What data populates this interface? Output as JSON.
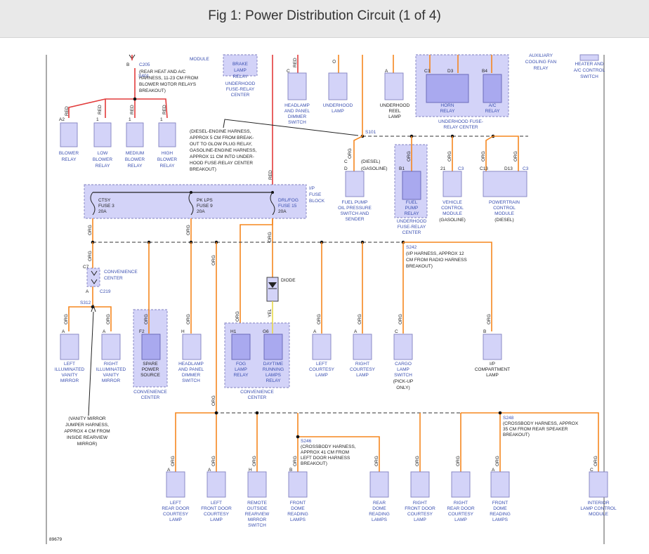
{
  "header": {
    "title": "Fig 1: Power Distribution Circuit (1 of 4)"
  },
  "figure_id": "89679",
  "texts": {
    "module_top": "MODULE",
    "brake": [
      "BRAKE",
      "LAMP",
      "RELAY"
    ],
    "uh_center_a": [
      "UNDERHOOD",
      "FUSE-RELAY",
      "CENTER"
    ],
    "c205": "C205",
    "b_c205": "B",
    "s401": "S401",
    "rear_heat_note": [
      "(REAR HEAT AND A/C",
      "HARNESS, 11-23 CM FROM",
      "BLOWER MOTOR RELAYS",
      "BREAKOUT)"
    ],
    "aux_fan": [
      "AUXILIARY",
      "COOLING FAN",
      "RELAY"
    ],
    "heater_ac": [
      "HEATER AND",
      "A/C CONTROL",
      "SWITCH"
    ],
    "headlamp_dimmer_top": [
      "HEADLAMP",
      "AND PANEL",
      "DIMMER",
      "SWITCH"
    ],
    "underhood_lamp": [
      "UNDERHOOD",
      "LAMP"
    ],
    "underhood_reel": [
      "UNDERHOOD",
      "REEL",
      "LAMP"
    ],
    "horn_relay": [
      "HORN",
      "RELAY"
    ],
    "ac_relay": [
      "A/C",
      "RELAY"
    ],
    "uh_center_b": [
      "UNDERHOOD FUSE-",
      "RELAY CENTER"
    ],
    "blower_relay": [
      "BLOWER",
      "RELAY"
    ],
    "low_blower": [
      "LOW",
      "BLOWER",
      "RELAY"
    ],
    "medium_blower": [
      "MEDIUM",
      "BLOWER",
      "RELAY"
    ],
    "high_blower": [
      "HIGH",
      "BLOWER",
      "RELAY"
    ],
    "diesel_note": [
      "(DIESEL-ENGINE HARNESS,",
      "APPROX 5 CM FROM BREAK-",
      "OUT TO GLOW PLUG RELAY,",
      "GASOLINE-ENGINE HARNESS,",
      "APPROX 11 CM INTO UNDER-",
      "HOOD FUSE-RELAY CENTER",
      "BREAKOUT)"
    ],
    "s101": "S101",
    "diesel": "(DIESEL)",
    "gasoline": "(GASOLINE)",
    "fuel_pump_oil": [
      "FUEL PUMP",
      "OIL PRESSURE",
      "SWITCH AND",
      "SENDER"
    ],
    "fuel_pump_relay": [
      "FUEL",
      "PUMP",
      "RELAY"
    ],
    "uh_center_c": [
      "UNDERHOOD",
      "FUSE-RELAY",
      "CENTER"
    ],
    "vcm": [
      "VEHICLE",
      "CONTROL",
      "MODULE",
      "(GASOLINE)"
    ],
    "pcm": [
      "POWERTRAIN",
      "CONTROL",
      "MODULE",
      "(DIESEL)"
    ],
    "c3": "C3",
    "ip_fuse_block": [
      "I/P",
      "FUSE",
      "BLOCK"
    ],
    "ctsy": [
      "CTSY",
      "FUSE 3",
      "20A"
    ],
    "pklps": [
      "PK LPS",
      "FUSE 9",
      "20A"
    ],
    "drlfog": [
      "DRL/FOG",
      "FUSE 15",
      "20A"
    ],
    "s242_note": [
      "S242",
      "(I/P HARNESS, APPROX 12",
      "CM FROM RADIO HARNESS",
      "BREAKOUT)"
    ],
    "c7": "C7",
    "conv_center_a": [
      "CONVENIENCE",
      "CENTER"
    ],
    "c219": "C219",
    "s312": "S312",
    "diode": "DIODE",
    "yel": "YEL",
    "left_vanity": [
      "LEFT",
      "ILLUMINATED",
      "VANITY",
      "MIRROR"
    ],
    "right_vanity": [
      "RIGHT",
      "ILLUMINATED",
      "VANITY",
      "MIRROR"
    ],
    "spare_power": [
      "SPARE",
      "POWER",
      "SOURCE"
    ],
    "conv_center_b": [
      "CONVENIENCE",
      "CENTER"
    ],
    "headlamp_dimmer_mid": [
      "HEADLAMP",
      "AND PANEL",
      "DIMMER",
      "SWITCH"
    ],
    "fog_relay": [
      "FOG",
      "LAMP",
      "RELAY"
    ],
    "drl_relay": [
      "DAYTIME",
      "RUNNING",
      "LAMPS",
      "RELAY"
    ],
    "conv_center_c": [
      "CONVENIENCE",
      "CENTER"
    ],
    "left_courtesy": [
      "LEFT",
      "COURTESY",
      "LAMP"
    ],
    "right_courtesy": [
      "RIGHT",
      "COURTESY",
      "LAMP"
    ],
    "cargo_lamp": [
      "CARGO",
      "LAMP",
      "SWITCH",
      "(PICK-UP",
      "ONLY)"
    ],
    "ip_compartment": [
      "I/P",
      "COMPARTMENT",
      "LAMP"
    ],
    "vanity_note": [
      "(VANITY MIRROR",
      "JUMPER HARNESS,",
      "APPROX 4 CM FROM",
      "INSIDE REARVIEW",
      "MIRROR)"
    ],
    "s246_note": [
      "S246",
      "(CROSSBODY HARNESS,",
      "APPROX 41 CM FROM",
      "LEFT DOOR HARNESS",
      "BREAKOUT)"
    ],
    "s248_note": [
      "S248",
      "(CROSSBODY HARNESS, APPROX",
      "35 CM FROM REAR SPEAKER",
      "BREAKOUT)"
    ],
    "bottom_comps": [
      [
        "LEFT",
        "REAR DOOR",
        "COURTESY",
        "LAMP"
      ],
      [
        "LEFT",
        "FRONT DOOR",
        "COURTESY",
        "LAMP"
      ],
      [
        "REMOTE",
        "OUTSIDE",
        "REARVIEW",
        "MIRROR",
        "SWITCH"
      ],
      [
        "FRONT",
        "DOME",
        "READING",
        "LAMPS"
      ],
      [
        "REAR",
        "DOME",
        "READING",
        "LAMPS"
      ],
      [
        "RIGHT",
        "FRONT DOOR",
        "COURTESY",
        "LAMP"
      ],
      [
        "RIGHT",
        "REAR DOOR",
        "COURTESY",
        "LAMP"
      ],
      [
        "FRONT",
        "DOME",
        "READING",
        "LAMPS"
      ],
      [
        "INTERIOR",
        "LAMP CONTROL",
        "MODULE"
      ]
    ],
    "bottom_pins": [
      "A",
      "A",
      "H",
      "B",
      "",
      "",
      "",
      "A",
      "C"
    ],
    "wire_red": "RED",
    "wire_org": "ORG",
    "pins": {
      "A": "A",
      "B": "B",
      "C": "C",
      "D": "D",
      "F2": "F2",
      "H": "H",
      "H1": "H1",
      "G6": "G6",
      "C3": "C3",
      "D3": "D3",
      "B4": "B4",
      "B1": "B1",
      "A2": "A2",
      "one": "1",
      "two": "21",
      "C13": "C13",
      "D13": "D13"
    }
  },
  "colors": {
    "wire_orange": "#f5871f",
    "wire_red": "#e23b3b",
    "wire_yellow": "#e8d84a",
    "component_fill": "#d3d3f8",
    "component_inner": "#a9a9ef",
    "label_blue": "#3a4fb0"
  }
}
